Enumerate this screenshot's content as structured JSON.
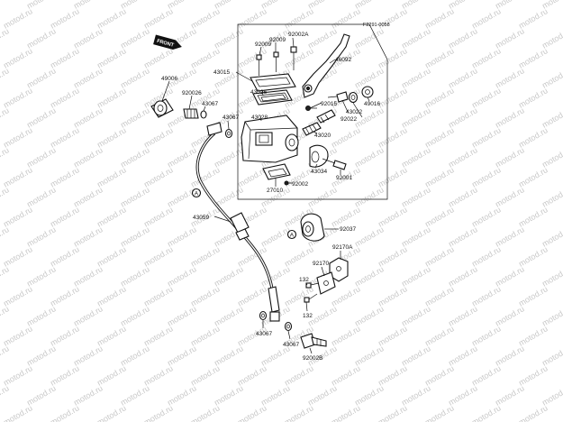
{
  "diagram_code": "F2291-0058",
  "front_label": "FRONT",
  "watermark_text": "motod.ru",
  "reference_marker": "A",
  "colors": {
    "ink": "#111111",
    "watermark": "#c9c9c9",
    "background": "#ffffff"
  },
  "labels": {
    "p92009_a": "92009",
    "p92009_b": "92009",
    "p92002a": "92002A",
    "p46092": "46092",
    "p43015": "43015",
    "p43026": "43026",
    "p43028": "43028",
    "p49006": "49006",
    "p920026": "920026",
    "p43067_a": "43067",
    "p43067_b": "43067",
    "p92015": "92015",
    "p43022_a": "43022",
    "p92022": "92022",
    "p49016": "49016",
    "p43020": "43020",
    "p92001": "92001",
    "p43034": "43034",
    "p92002": "92002",
    "p27010": "27010",
    "p43059": "43059",
    "p92037": "92037",
    "p92170a": "92170A",
    "p92170": "92170",
    "p132_a": "132",
    "p132_b": "132",
    "p43067_c": "43067",
    "p43067_d": "43067",
    "p92002b": "92002B"
  }
}
